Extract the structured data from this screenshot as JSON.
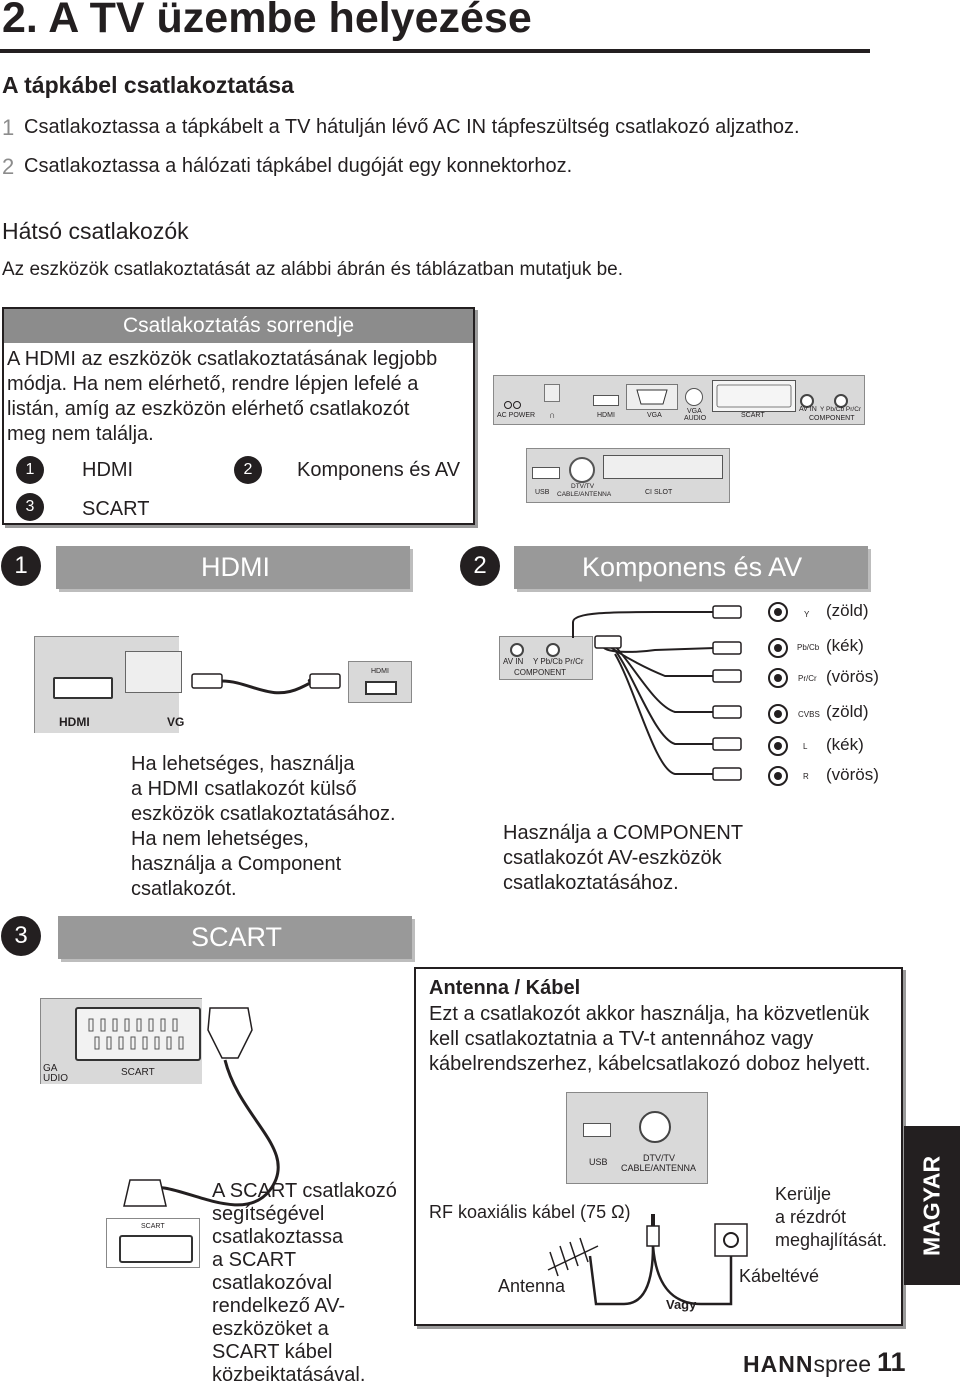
{
  "title": "2. A TV üzembe helyezése",
  "power": {
    "heading": "A tápkábel csatlakoztatása",
    "steps": [
      {
        "num": "1",
        "text": "Csatlakoztassa a tápkábelt a TV hátulján lévő AC IN tápfeszültség csatlakozó aljzathoz."
      },
      {
        "num": "2",
        "text": "Csatlakoztassa a hálózati tápkábel dugóját egy konnektorhoz."
      }
    ]
  },
  "rear": {
    "heading": "Hátsó csatlakozók",
    "intro": "Az eszközök csatlakoztatását az alábbi ábrán és táblázatban mutatjuk be."
  },
  "order_box": {
    "title": "Csatlakoztatás sorrendje",
    "lines": [
      "A HDMI az eszközök csatlakoztatásának legjobb",
      "módja. Ha nem elérhető, rendre lépjen lefelé a",
      "listán, amíg az eszközön elérhető csatlakozót",
      "meg nem találja."
    ],
    "items": [
      {
        "num": "1",
        "label": "HDMI"
      },
      {
        "num": "2",
        "label": "Komponens és AV"
      },
      {
        "num": "3",
        "label": "SCART"
      }
    ]
  },
  "rear_panel": {
    "top_labels": {
      "ac": "AC POWER",
      "hdmi": "HDMI",
      "vga": "VGA",
      "vga_audio_1": "VGA",
      "vga_audio_2": "AUDIO",
      "scart": "SCART",
      "avin": "AV IN",
      "ypbpr": "Y Pb/Cb Pr/Cr",
      "component": "COMPONENT"
    },
    "bottom_labels": {
      "usb": "USB",
      "dtv1": "DTV/TV",
      "dtv2": "CABLE/ANTENNA",
      "ci": "CI SLOT"
    }
  },
  "sections": [
    {
      "num": "1",
      "label": "HDMI"
    },
    {
      "num": "2",
      "label": "Komponens és AV"
    },
    {
      "num": "3",
      "label": "SCART"
    }
  ],
  "hdmi_diagram": {
    "port_label": "HDMI",
    "port_label2": "VG",
    "device_label": "HDMI",
    "text": [
      "Ha lehetséges, használja",
      "a HDMI csatlakozót külső",
      "eszközök csatlakoztatásához.",
      "Ha nem lehetséges,",
      "használja a Component",
      "csatlakozót."
    ]
  },
  "component_diagram": {
    "panel_avin": "AV IN",
    "panel_ypbpr": "Y Pb/Cb Pr/Cr",
    "panel_component": "COMPONENT",
    "jacks": [
      {
        "code": "Y",
        "color_label": "(zöld)"
      },
      {
        "code": "Pb/Cb",
        "color_label": "(kék)"
      },
      {
        "code": "Pr/Cr",
        "color_label": "(vörös)"
      },
      {
        "code": "CVBS",
        "color_label": "(zöld)"
      },
      {
        "code": "L",
        "color_label": "(kék)"
      },
      {
        "code": "R",
        "color_label": "(vörös)"
      }
    ],
    "text": [
      "Használja a COMPONENT",
      "csatlakozót AV-eszközök",
      "csatlakoztatásához."
    ]
  },
  "scart_diagram": {
    "panel_vga": "GA",
    "panel_audio": "UDIO",
    "panel_scart": "SCART",
    "device_scart": "SCART",
    "text": [
      "A SCART csatlakozó",
      "segítségével",
      "csatlakoztassa",
      "a SCART",
      "csatlakozóval",
      "rendelkező AV-",
      "eszközöket a",
      "SCART kábel",
      "közbeiktatásával."
    ]
  },
  "antenna_box": {
    "heading": "Antenna / Kábel",
    "lines": [
      "Ezt a csatlakozót akkor használja, ha közvetlenük",
      "kell csatlakoztatnia a TV-t antennához vagy",
      "kábelrendszerhez, kábelcsatlakozó doboz helyett."
    ],
    "panel_usb": "USB",
    "panel_dtv1": "DTV/TV",
    "panel_dtv2": "CABLE/ANTENNA",
    "rf_label": "RF koaxiális kábel (75 Ω)",
    "warn_lines": [
      "Kerülje",
      "a rézdrót",
      "meghajlítását."
    ],
    "antenna_label": "Antenna",
    "or_label": "Vagy",
    "cable_tv_label": "Kábeltévé"
  },
  "side_tab": "MAGYAR",
  "footer": {
    "brand_bold": "HANN",
    "brand_light": "spree",
    "page_number": "11"
  },
  "colors": {
    "accent_gray": "#999999",
    "panel_gray": "#d9d9d9",
    "dark": "#231f20",
    "tab_bg": "#231f20"
  }
}
